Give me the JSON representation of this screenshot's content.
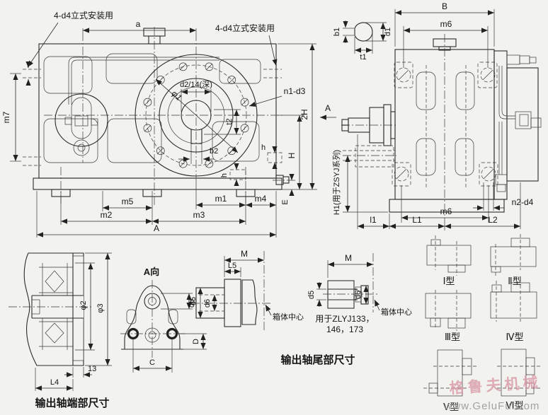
{
  "drawing": {
    "front_view": {
      "mount_label_left": "4-d4立式安装用",
      "mount_label_right": "4-d4立式安装用",
      "a": "a",
      "m7": "m7",
      "d2": "d2/14(深)",
      "phi1": "φ1",
      "t2": "t2",
      "b2": "b2",
      "n1_d3": "n1-d3",
      "two_h": "2H",
      "h_total": "H",
      "h_small_upper": "h",
      "h_small_lower": "h",
      "e": "E",
      "m5": "m5",
      "m2": "m2",
      "m1": "m1",
      "m4": "m4",
      "m3": "m3",
      "a_total": "A"
    },
    "key_section": {
      "b1": "b1",
      "t1": "t1",
      "d1": "d1"
    },
    "side_view": {
      "b": "B",
      "m6_top": "m6",
      "m6_bottom": "m6",
      "n2_d4": "n2-d4",
      "l1": "l1",
      "L1": "L1",
      "L2": "L2",
      "h1_note": "H1(用于ZSYJ系列)",
      "view_dir": "A"
    },
    "shaft_end_view": {
      "phi2": "φ2",
      "phi3": "φ3",
      "step": "13",
      "L4": "L4",
      "caption": "输出轴端部尺寸"
    },
    "a_direction_view": {
      "title": "A向",
      "d5": "d5",
      "D": "D",
      "C": "C"
    },
    "tail_flange_detail": {
      "M": "M",
      "L5": "L5",
      "d5": "d5",
      "d6": "d6",
      "center": "箱体中心"
    },
    "tail_sleeve_detail": {
      "M": "M",
      "d5": "d5",
      "d6": "d6",
      "note1": "用于ZLYJ133，",
      "note2": "146，173",
      "center": "箱体中心"
    },
    "tail_caption": "输出轴尾部尺寸",
    "variants": [
      "Ⅰ型",
      "Ⅱ型",
      "Ⅲ型",
      "Ⅳ型",
      "Ⅴ型",
      "Ⅵ型"
    ],
    "watermark": {
      "brand": "格鲁夫机械",
      "site": "www.GeluFu.Com"
    }
  }
}
